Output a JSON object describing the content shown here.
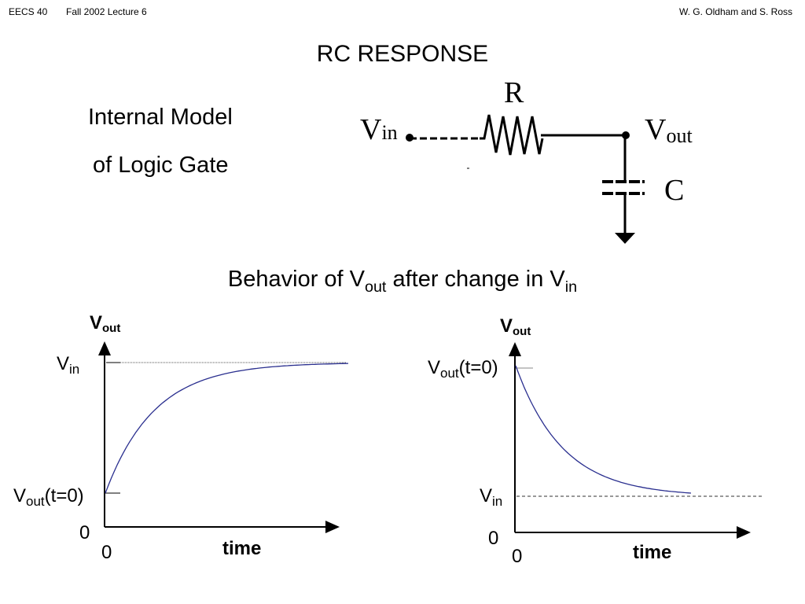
{
  "header": {
    "course": "EECS 40",
    "lecture": "Fall 2002 Lecture 6",
    "authors": "W. G. Oldham and S. Ross"
  },
  "slide": {
    "title": "RC RESPONSE",
    "model_line1": "Internal Model",
    "model_line2": "of Logic Gate"
  },
  "circuit": {
    "resistor_label": "R",
    "capacitor_label": "C",
    "vin_main": "V",
    "vin_sub": "in",
    "vout_main": "V",
    "vout_sub": "out"
  },
  "behavior": {
    "t1": "Behavior of V",
    "s1": "out",
    "t2": " after change in V",
    "s2": "in"
  },
  "graph_left": {
    "y_axis_main": "V",
    "y_axis_sub": "out",
    "x_axis": "time",
    "origin_y": "0",
    "origin_x": "0",
    "upper_main": "V",
    "upper_sub": "in",
    "lower_main": "V",
    "lower_sub": "out",
    "lower_tail": "(t=0)",
    "curve": "rising exponential"
  },
  "graph_right": {
    "y_axis_main": "V",
    "y_axis_sub": "out",
    "x_axis": "time",
    "origin_y": "0",
    "origin_x": "0",
    "upper_main": "V",
    "upper_sub": "out",
    "upper_tail": "(t=0)",
    "lower_main": "V",
    "lower_sub": "in",
    "curve": "decaying exponential"
  },
  "colors": {
    "curve": "#2a2f8f",
    "line": "#000000"
  }
}
